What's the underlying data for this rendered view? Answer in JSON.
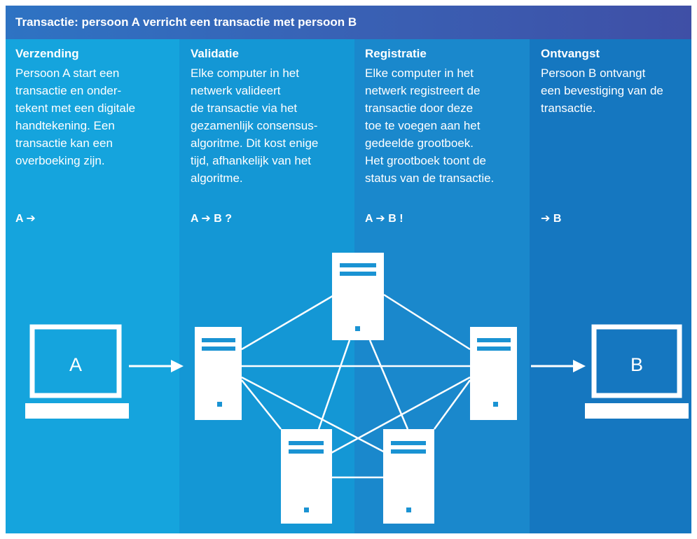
{
  "title": "Transactie: persoon A verricht een transactie met persoon B",
  "colors": {
    "white": "#ffffff",
    "title_bar": "#3a5fb3",
    "col1": "#15a4dd",
    "col2": "#1497d5",
    "col3": "#1a88cc",
    "col4": "#1577c0",
    "server_detail": "#1a93d3"
  },
  "columns": [
    {
      "heading": "Verzending",
      "text": "Persoon A start een\ntransactie en onder-\ntekent met een digitale\nhandtekening. Een\ntransactie kan een\noverboeking zijn.",
      "flow": "A ➔"
    },
    {
      "heading": "Validatie",
      "text": "Elke computer in het\nnetwerk valideert\nde transactie via het\ngezamenlijk consensus-\nalgoritme. Dit kost enige\ntijd, afhankelijk van het\nalgoritme.",
      "flow": "A ➔ B ?"
    },
    {
      "heading": "Registratie",
      "text": "Elke computer in het\nnetwerk registreert de\ntransactie door deze\ntoe te voegen aan het\ngedeelde grootboek.\nHet grootboek toont de\nstatus van de transactie.",
      "flow": "A ➔ B !"
    },
    {
      "heading": "Ontvangst",
      "text": "Persoon B ontvangt\neen bevestiging van de\ntransactie.",
      "flow": "➔ B"
    }
  ],
  "diagram": {
    "laptop_a_label": "A",
    "laptop_b_label": "B",
    "icons": [
      "laptop-icon",
      "server-icon",
      "arrow-right-icon"
    ]
  }
}
